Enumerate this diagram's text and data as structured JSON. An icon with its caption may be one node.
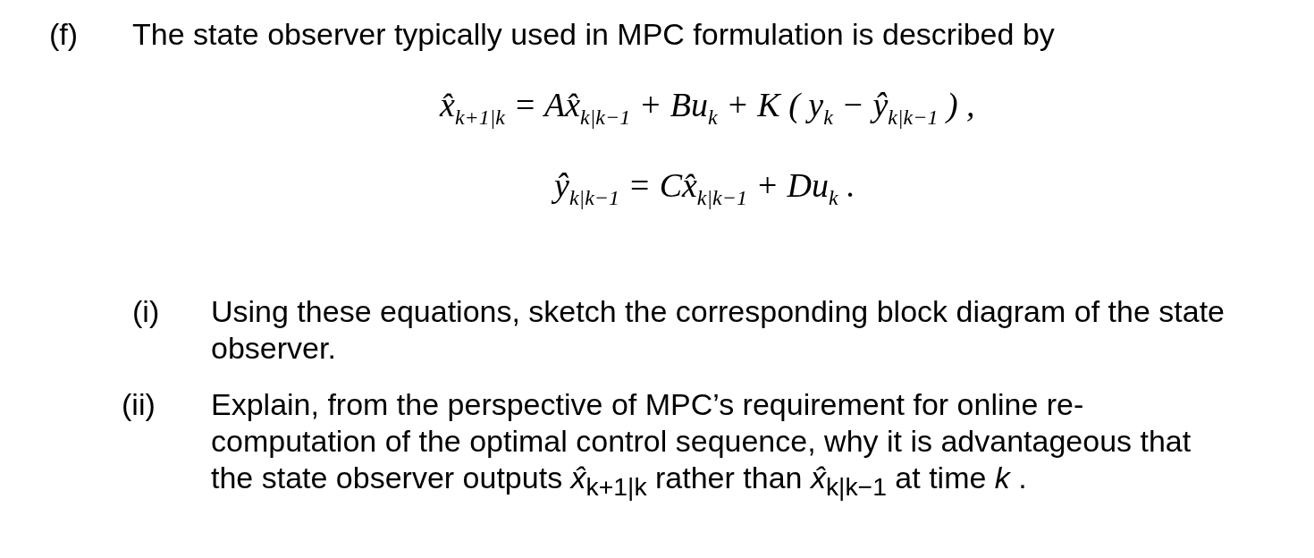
{
  "diagram": {
    "labels": [
      "(f)",
      "The state observer typically used in MPC formulation is described by",
      "x̂$_{k+1|k}$ = Ax̂$_{k|k−1}$ + Bu$_{k}$ + K ( y$_{k}$ − ŷ$_{k|k−1}$ ) ,",
      "ŷ$_{k|k−1}$ = Cx̂$_{k|k−1}$ + Du$_{k}$ .",
      "(i)",
      "Using these equations, sketch the corresponding block diagram of the state observer.",
      "(ii)",
      "Explain, from the perspective of MPC’s requirement for online re-computation of the optimal control sequence, why it is advantageous that the state observer outputs *x̂*$_{k+1|k}$ rather than *x̂*$_{k|k−1}$ at time *k* ."
    ]
  }
}
